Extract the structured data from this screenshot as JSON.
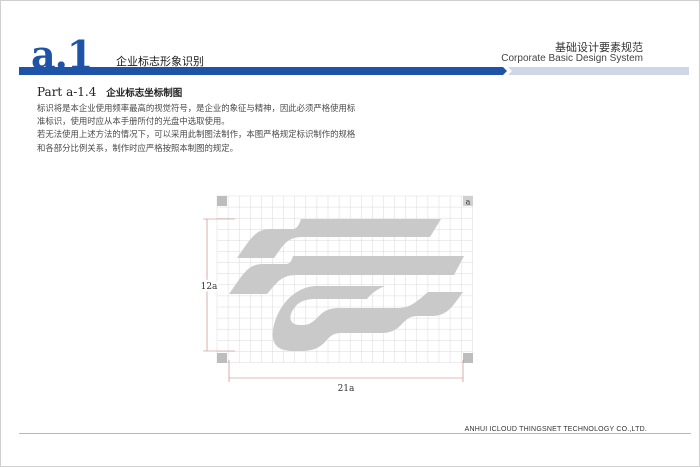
{
  "header": {
    "section_code": "a.1",
    "section_title": "企业标志形象识别",
    "doc_title_cn": "基础设计要素规范",
    "doc_title_en": "Corporate Basic Design System",
    "bar_colors": [
      "#1f53a8",
      "#cdd7e8"
    ]
  },
  "part": {
    "heading": "Part a-1.4",
    "subheading": "企业标志坐标制图"
  },
  "body": {
    "lines": [
      "标识将是本企业使用频率最高的视觉符号，是企业的象征与精神，因此必须严格使用标",
      "准标识，使用时应从本手册所付的光盘中选取使用。",
      "若无法使用上述方法的情况下，可以采用此制图法制作，本图严格规定标识制作的规格",
      "和各部分比例关系，制作时应严格按照本制图的规定。"
    ]
  },
  "diagram": {
    "unit_label": "a",
    "height_label": "12a",
    "width_label": "21a",
    "grid_color": "#d9d9d9",
    "logo_color": "#c9c9c9",
    "dimension_color": "#c07a7a"
  },
  "footer": {
    "company": "ANHUI ICLOUD THINGSNET TECHNOLOGY CO.,LTD."
  }
}
